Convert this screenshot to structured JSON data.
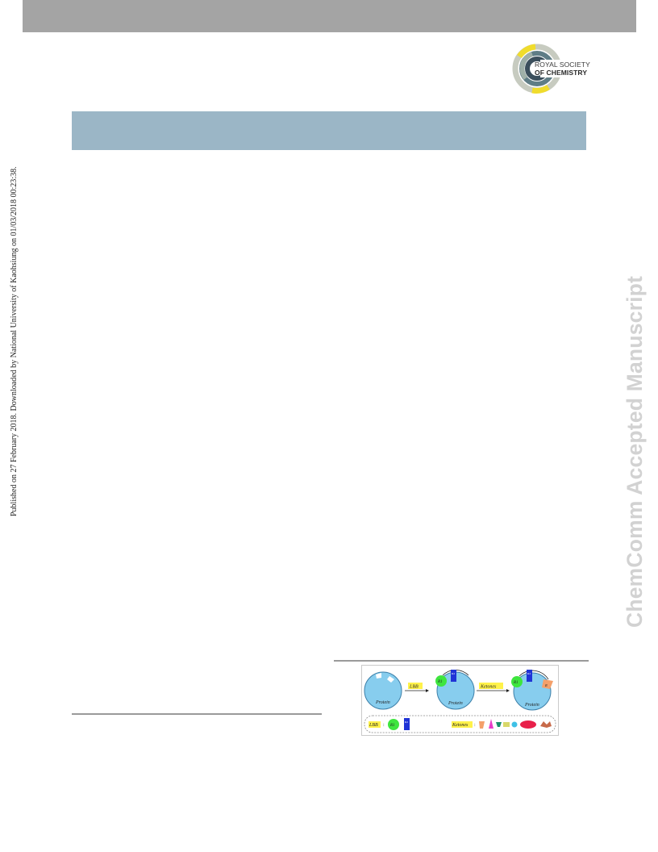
{
  "publisher": {
    "logo_line1": "ROYAL SOCIETY",
    "logo_line2": "OF CHEMISTRY",
    "ring_colors": [
      "#3b4f5c",
      "#5f7d86",
      "#9fb0a8",
      "#f0dc2c",
      "#c7cbc0"
    ]
  },
  "banner": {
    "color": "#9bb6c6"
  },
  "side_note": "Published on 27 February 2018. Downloaded by National University of Kaohsiung on 01/03/2018 00:23:38.",
  "watermark": "ChemComm Accepted Manuscript",
  "figure": {
    "protein_label": "Protein",
    "step1_label": "LBB",
    "step2_label": "Ketones",
    "r1_label": "R1",
    "r2_label": "R2",
    "r_label": "R",
    "legend_lbb": "LBB",
    "legend_colon": ":",
    "legend_ketones": "Ketones",
    "colors": {
      "protein_fill": "#87cdee",
      "protein_stroke": "#3c7fa8",
      "r1": "#3ee53e",
      "r2": "#1f33d6",
      "ketone": "#f4a06a",
      "label_bg": "#fff24a",
      "frame": "#8a8a8a"
    }
  }
}
